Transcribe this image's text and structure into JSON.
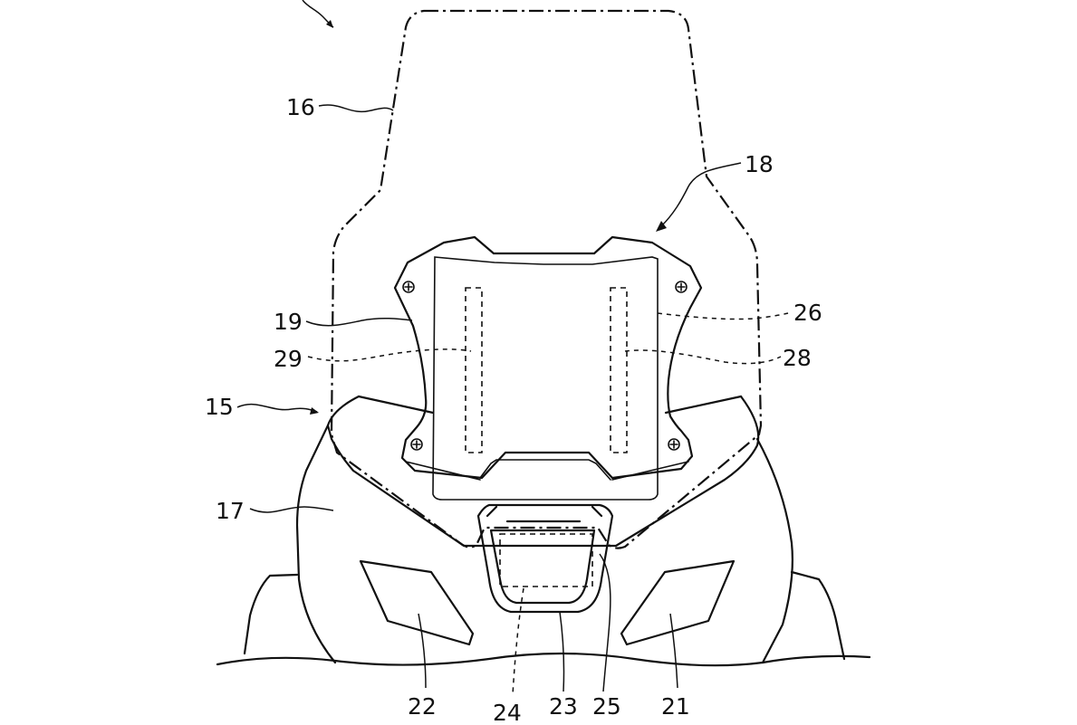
{
  "labels": {
    "l15": "15",
    "l16": "16",
    "l17": "17",
    "l18": "18",
    "l19": "19",
    "l21": "21",
    "l22": "22",
    "l23": "23",
    "l24": "24",
    "l25": "25",
    "l26": "26",
    "l28": "28",
    "l29": "29"
  }
}
